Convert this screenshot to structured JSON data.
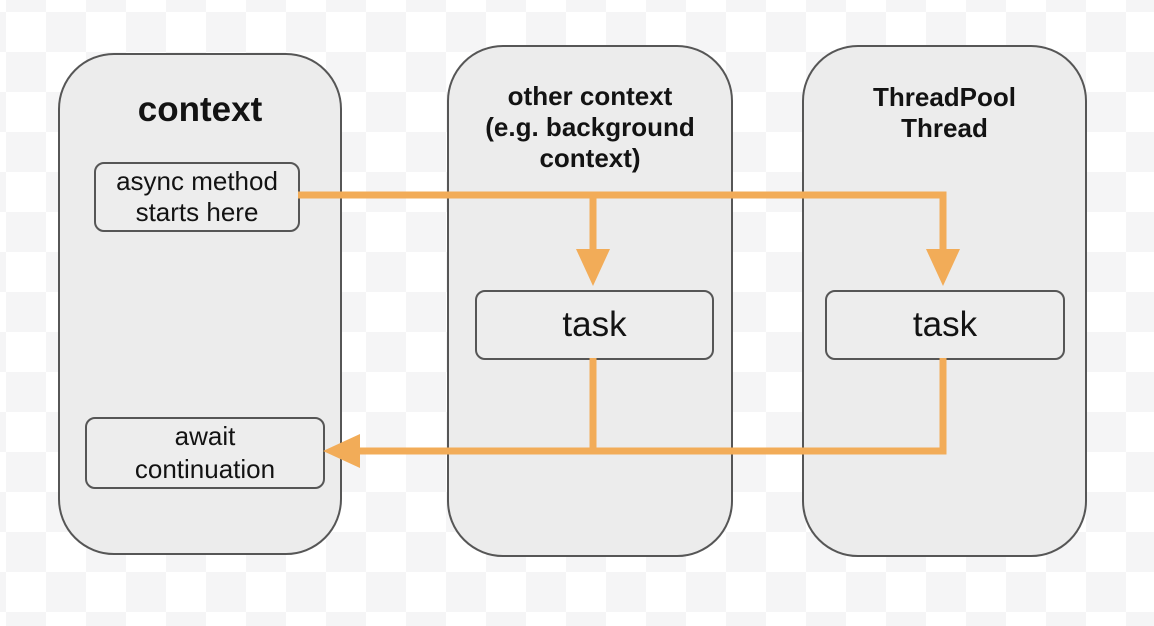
{
  "colors": {
    "arrow": "#F2AC58",
    "container_fill": "#ECECEC",
    "node_fill": "#EDEDED",
    "border": "#565656",
    "text": "#131313"
  },
  "containers": [
    {
      "id": "context",
      "title": "context"
    },
    {
      "id": "other-context",
      "title": "other context\n(e.g. background\ncontext)"
    },
    {
      "id": "threadpool-thread",
      "title": "ThreadPool\nThread"
    }
  ],
  "nodes": [
    {
      "id": "async-start",
      "label": "async method\nstarts here"
    },
    {
      "id": "task-other",
      "label": "task"
    },
    {
      "id": "task-threadpool",
      "label": "task"
    },
    {
      "id": "await-continuation",
      "label": "await\ncontinuation"
    }
  ]
}
